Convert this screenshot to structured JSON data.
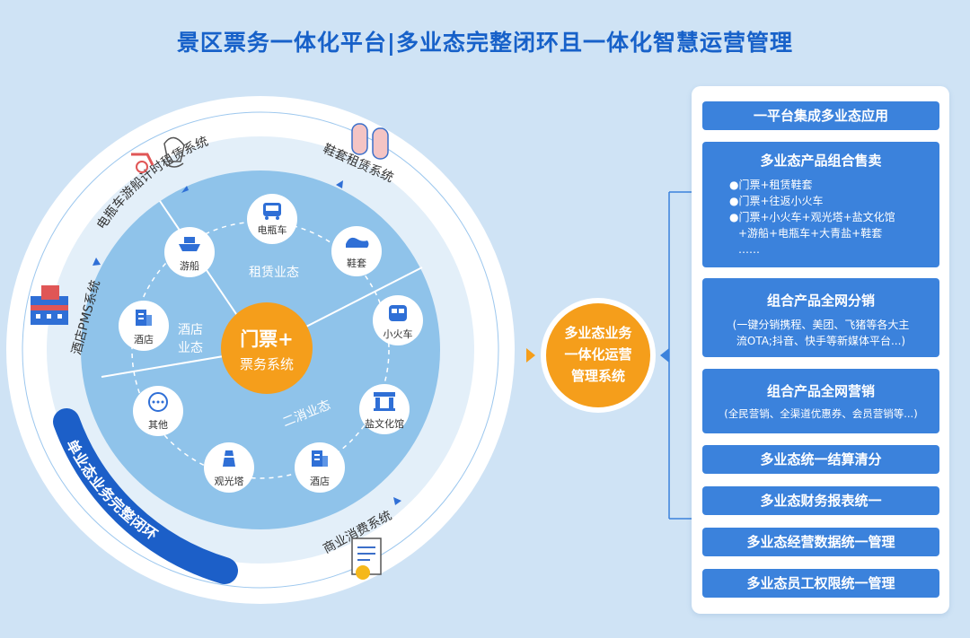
{
  "title": "景区票务一体化平台|多业态完整闭环且一体化智慧运营管理",
  "center": {
    "line1": "门票+",
    "line2": "票务系统"
  },
  "middle_circle": {
    "lines": [
      "多业态业务",
      "一体化运营",
      "管理系统"
    ]
  },
  "zones": {
    "rental": "租赁业态",
    "hotel_line1": "酒店",
    "hotel_line2": "业态",
    "secondary": "二消业态"
  },
  "nodes": [
    "电瓶车",
    "鞋套",
    "小火车",
    "盐文化馆",
    "酒店",
    "观光塔",
    "其他",
    "酒店",
    "游船"
  ],
  "ring_labels": {
    "ebike_boat": "电瓶车游船计时租赁系统",
    "shoe_cover": "鞋套租赁系统",
    "hotel_pms": "酒店PMS系统",
    "commerce": "商业消费系统"
  },
  "closed_loop_banner": "单业态业务完整闭环",
  "panel": {
    "item1": "一平台集成多业态应用",
    "combo": {
      "heading": "多业态产品组合售卖",
      "bullets": [
        "●门票+租赁鞋套",
        "●门票+往返小火车",
        "●门票+小火车+观光塔+盐文化馆",
        "+游船+电瓶车+大青盐+鞋套",
        "……"
      ]
    },
    "dist": {
      "heading": "组合产品全网分销",
      "sub1": "(一键分销携程、美团、飞猪等各大主",
      "sub2": "流OTA;抖音、快手等新媒体平台...)"
    },
    "mkt": {
      "heading": "组合产品全网营销",
      "sub1": "(全民营销、全渠道优惠券、会员营销等...)"
    },
    "item5": "多业态统一结算清分",
    "item6": "多业态财务报表统一",
    "item7": "多业态经营数据统一管理",
    "item8": "多业态员工权限统一管理"
  },
  "colors": {
    "title": "#1761c9",
    "center_orange": "#f59e1b",
    "panel_blue": "#3b82dc",
    "inner_disc": "#8fc3ea",
    "banner": "#1c5fc8"
  },
  "icons": [
    "bus-icon",
    "boat-icon",
    "shoe-icon",
    "train-icon",
    "hotel-icon",
    "museum-icon",
    "tower-icon",
    "more-icon",
    "scooter-icon",
    "slippers-icon",
    "building-icon",
    "receipt-icon"
  ]
}
